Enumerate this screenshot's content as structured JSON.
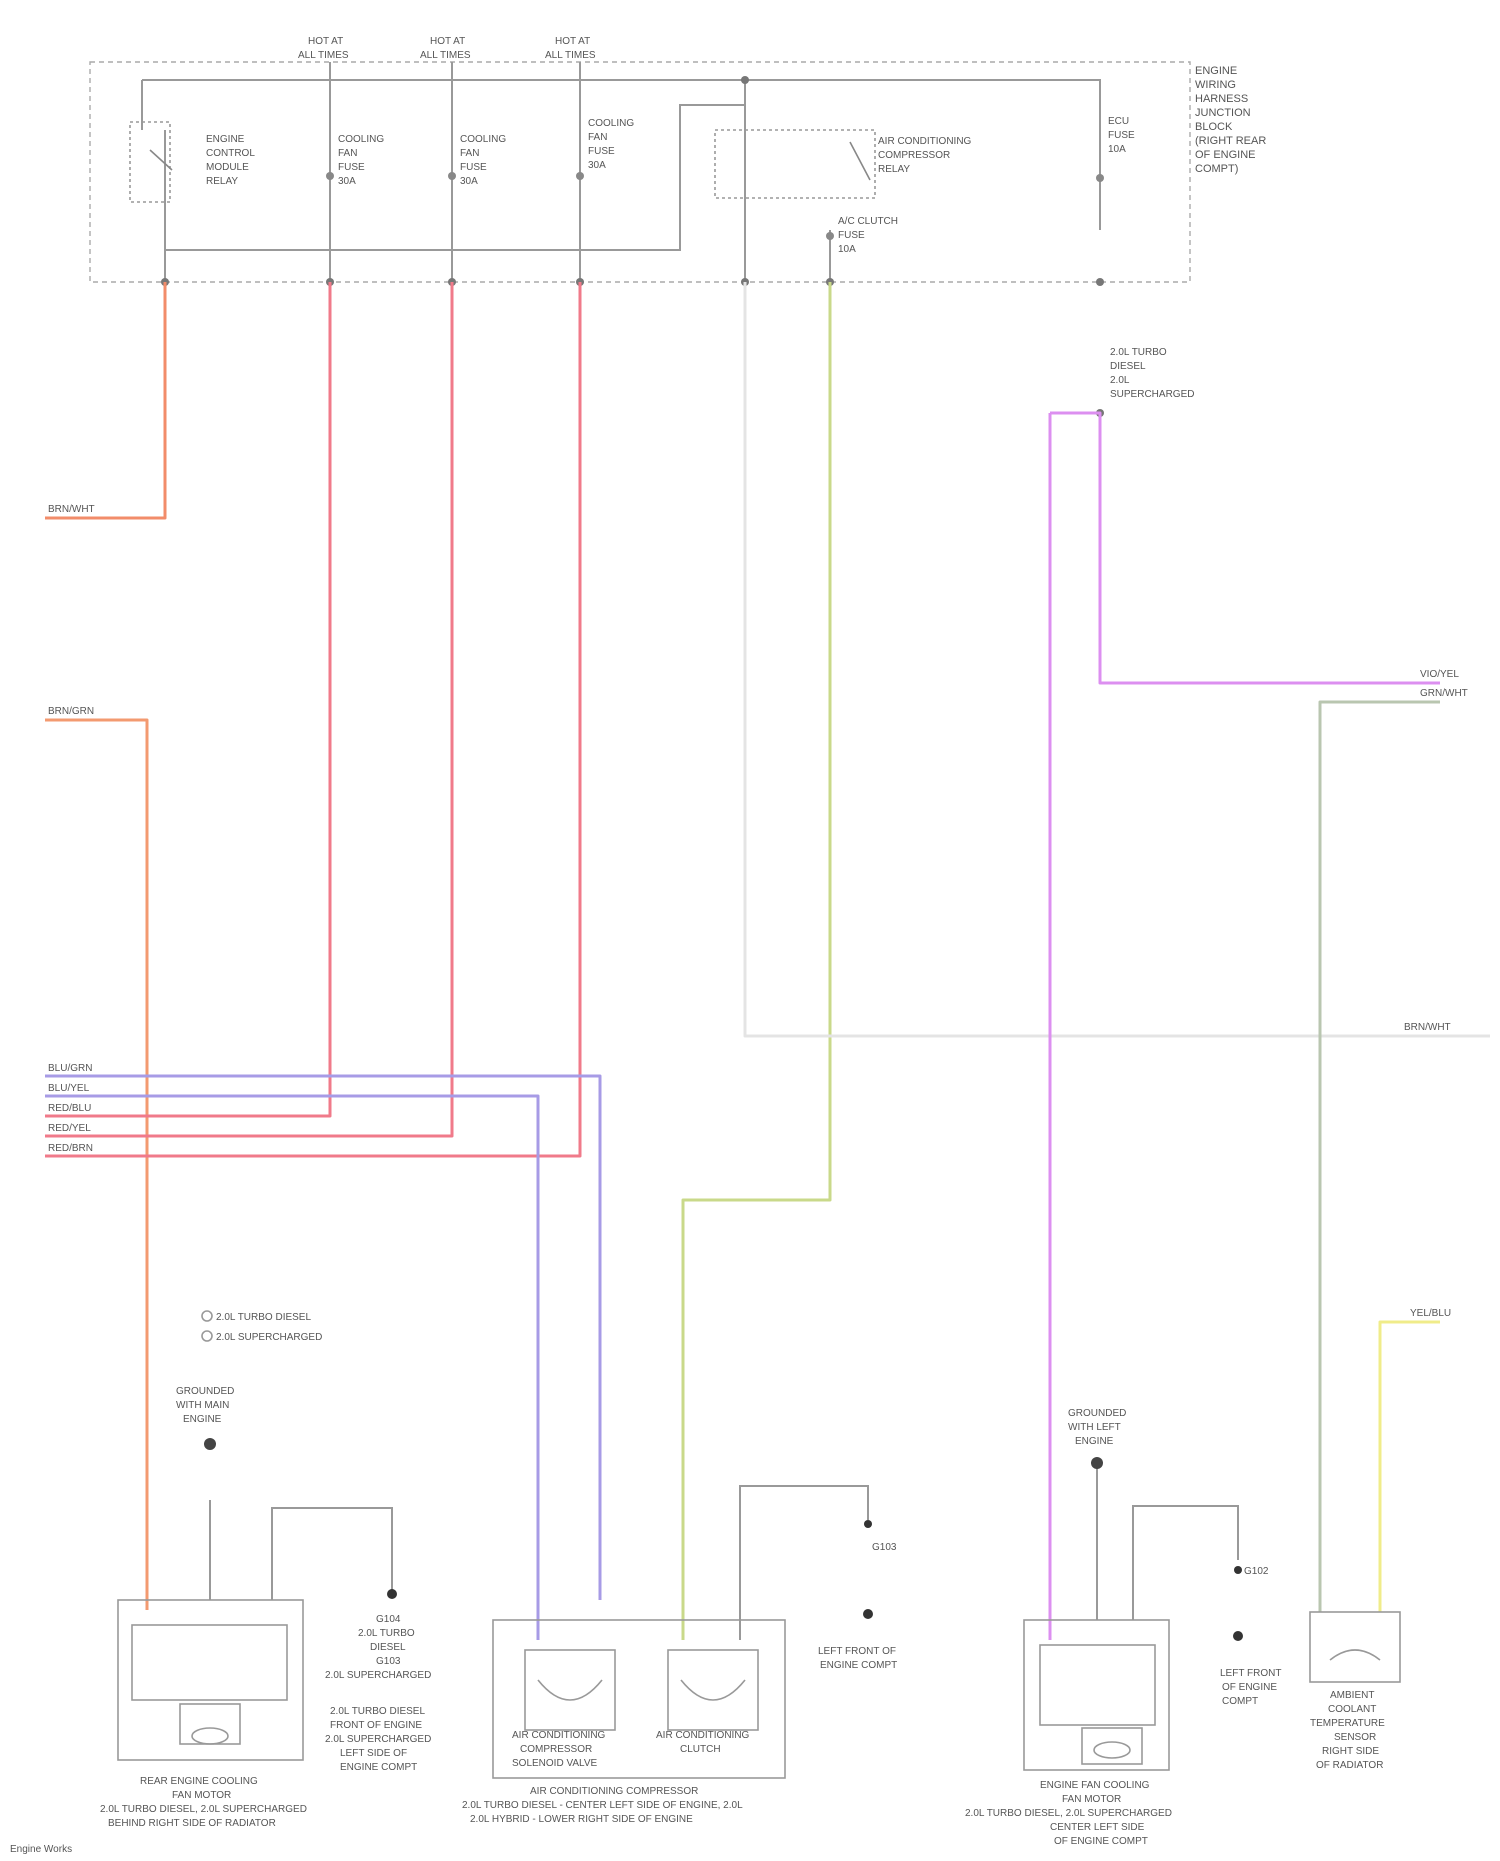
{
  "relay_box": {
    "title": [
      "ENGINE",
      "WIRING",
      "HARNESS",
      "JUNCTION",
      "BLOCK",
      "(RIGHT REAR",
      "OF ENGINE",
      "COMPT)"
    ],
    "supplies": [
      [
        "HOT AT",
        "ALL TIMES"
      ],
      [
        "HOT AT",
        "ALL TIMES"
      ],
      [
        "HOT AT",
        "ALL TIMES"
      ]
    ],
    "components": [
      [
        "ENGINE",
        "CONTROL",
        "MODULE",
        "RELAY"
      ],
      [
        "COOLING",
        "FAN",
        "FUSE",
        "30A"
      ],
      [
        "COOLING",
        "FAN",
        "FUSE",
        "30A"
      ],
      [
        "COOLING",
        "FAN",
        "FUSE",
        "30A"
      ],
      [
        "AIR CONDITIONING",
        "COMPRESSOR",
        "RELAY"
      ],
      [
        "A/C CLUTCH",
        "FUSE",
        "10A"
      ],
      [
        "ECU",
        "FUSE",
        "10A"
      ]
    ]
  },
  "splice_label": [
    "2.0L TURBO",
    "DIESEL",
    "2.0L",
    "SUPERCHARGED"
  ],
  "left_connections": [
    "BRN/WHT",
    "BRN/GRN",
    "BLU/GRN",
    "BLU/YEL",
    "RED/BLU",
    "RED/YEL",
    "RED/BRN"
  ],
  "right_connections": [
    "VIO/YEL",
    "GRN/WHT",
    "BRN/WHT",
    "YEL/BLU"
  ],
  "legend": [
    "2.0L TURBO DIESEL",
    "2.0L SUPERCHARGED"
  ],
  "grounds": [
    [
      "GROUNDED",
      "WITH MAIN",
      "ENGINE"
    ],
    [
      "GROUNDED",
      "WITH LEFT",
      "ENGINE"
    ]
  ],
  "ground_points": [
    [
      "G104",
      "2.0L TURBO",
      "DIESEL",
      "G103",
      "2.0L SUPERCHARGED"
    ],
    [
      "2.0L TURBO DIESEL",
      "FRONT OF ENGINE",
      "2.0L SUPERCHARGED",
      "LEFT SIDE OF",
      "ENGINE COMPT"
    ],
    [
      "G103",
      "LEFT FRONT OF",
      "ENGINE COMPT"
    ],
    [
      "G102",
      "LEFT FRONT",
      "OF ENGINE",
      "COMPT"
    ]
  ],
  "bottom_components": {
    "rear_fan": [
      "REAR ENGINE COOLING",
      "FAN MOTOR",
      "2.0L TURBO DIESEL, 2.0L SUPERCHARGED",
      "BEHIND RIGHT SIDE OF RADIATOR"
    ],
    "compressor_group": [
      "AIR CONDITIONING COMPRESSOR",
      "2.0L TURBO DIESEL - CENTER LEFT SIDE OF ENGINE, 2.0L",
      "2.0L HYBRID - LOWER RIGHT SIDE OF ENGINE"
    ],
    "solenoid_valve": [
      "AIR CONDITIONING",
      "COMPRESSOR",
      "SOLENOID VALVE"
    ],
    "clutch": [
      "AIR CONDITIONING",
      "CLUTCH"
    ],
    "front_fan": [
      "ENGINE FAN COOLING",
      "FAN MOTOR",
      "2.0L TURBO DIESEL, 2.0L SUPERCHARGED",
      "CENTER LEFT SIDE",
      "OF ENGINE COMPT"
    ],
    "sensor": [
      "AMBIENT",
      "COOLANT",
      "TEMPERATURE",
      "SENSOR",
      "RIGHT SIDE",
      "OF RADIATOR"
    ]
  },
  "watermark": "Engine Works"
}
